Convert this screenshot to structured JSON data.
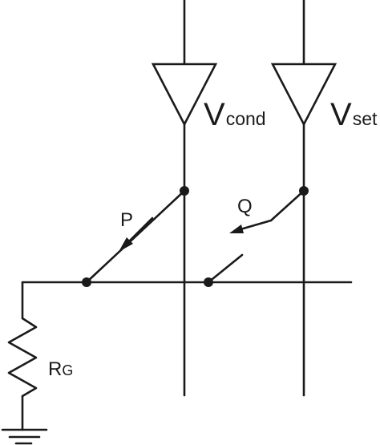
{
  "labels": {
    "vcond_main": "V",
    "vcond_sub": "cond",
    "vset_main": "V",
    "vset_sub": "set",
    "p": "P",
    "q": "Q",
    "rg_main": "R",
    "rg_sub": "G"
  },
  "colors": {
    "line": "#1a1a1a",
    "background": "#ffffff"
  }
}
